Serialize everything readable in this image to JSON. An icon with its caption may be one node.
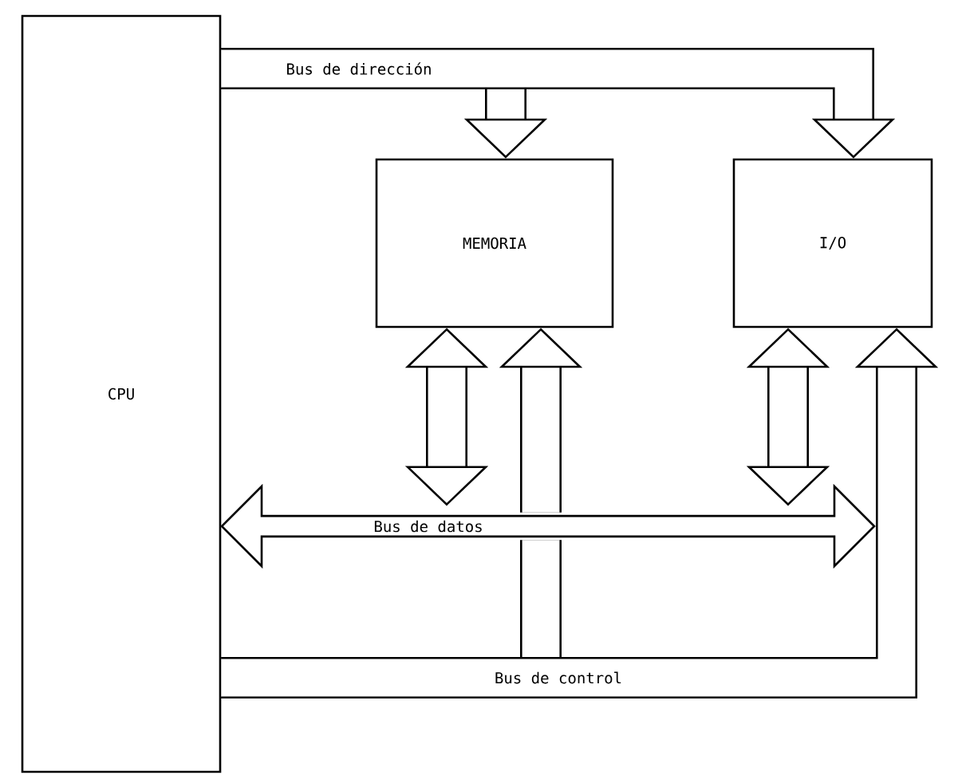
{
  "diagram": {
    "nodes": [
      {
        "text": [
          "CPU"
        ]
      },
      {
        "text": [
          "MEMORIA"
        ]
      },
      {
        "text": [
          "I/O"
        ]
      },
      {
        "text": [
          "Bus de datos"
        ]
      }
    ],
    "edges": [
      {
        "from": 0,
        "to": 1,
        "arrow": "to",
        "label": "Bus de dirección"
      },
      {
        "from": 0,
        "to": 2,
        "arrow": "to"
      },
      {
        "from": 3,
        "to": 1,
        "arrow": "both"
      },
      {
        "from": 3,
        "to": 2,
        "arrow": "both"
      },
      {
        "from": 0,
        "to": 1,
        "arrow": "to",
        "label": "Bus de control"
      },
      {
        "from": 0,
        "to": 2,
        "arrow": "to"
      }
    ]
  }
}
